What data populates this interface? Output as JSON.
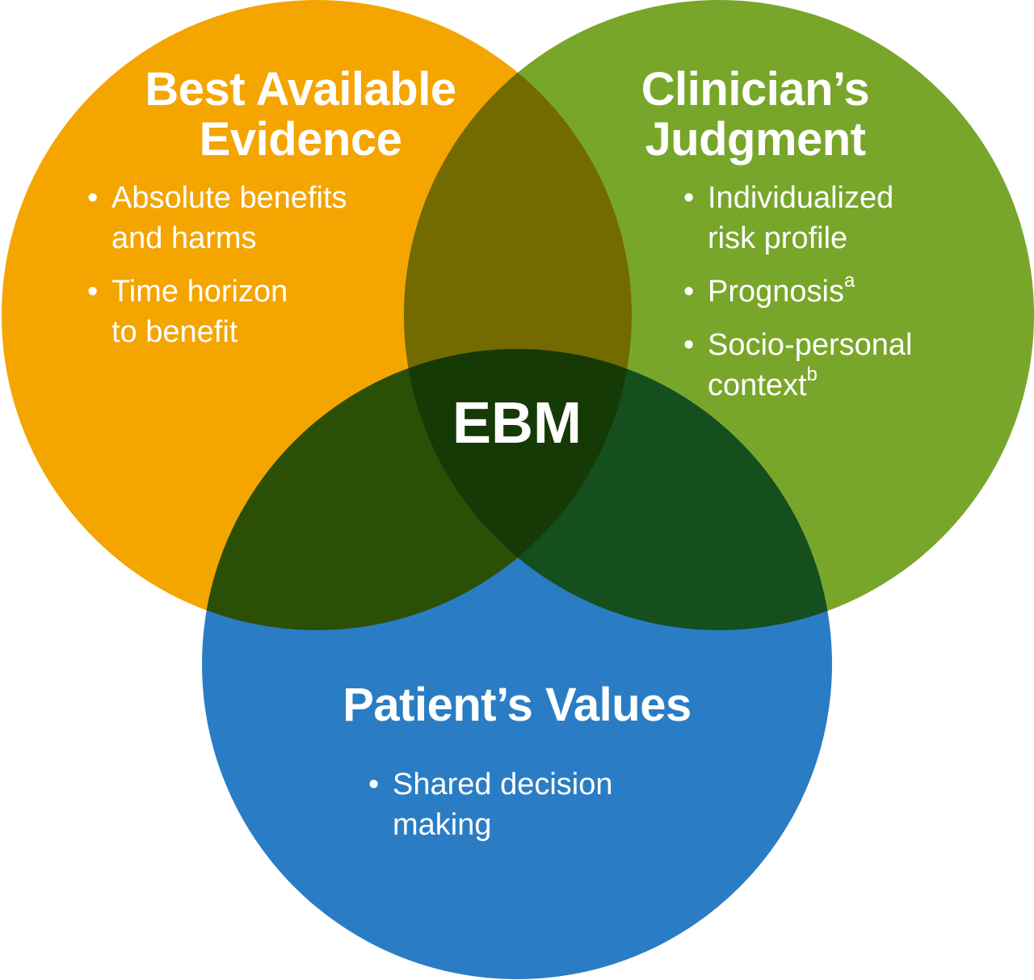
{
  "colors": {
    "evidence": "#F4A500",
    "judgment": "#78A62A",
    "values": "#2A7DC4",
    "evidence_judgment_overlap": "#736A00",
    "evidence_values_overlap": "#2B4F05",
    "judgment_values_overlap": "#164F1E",
    "center_overlap": "#163A05",
    "text": "#FFFFFF"
  },
  "evidence": {
    "title_line1": "Best Available",
    "title_line2": "Evidence",
    "bullets": [
      {
        "line1": "Absolute benefits",
        "line2": "and harms"
      },
      {
        "line1": "Time horizon",
        "line2": "to benefit"
      }
    ]
  },
  "judgment": {
    "title_line1": "Clinician’s",
    "title_line2": "Judgment",
    "bullets": [
      {
        "line1": "Individualized",
        "line2": "risk profile"
      },
      {
        "line1": "Prognosis",
        "sup": "a"
      },
      {
        "line1": "Socio-personal",
        "line2": "context",
        "sup": "b"
      }
    ]
  },
  "values": {
    "title": "Patient’s Values",
    "bullets": [
      {
        "line1": "Shared decision",
        "line2": "making"
      }
    ]
  },
  "center_label": "EBM",
  "bullet_glyph": "•"
}
